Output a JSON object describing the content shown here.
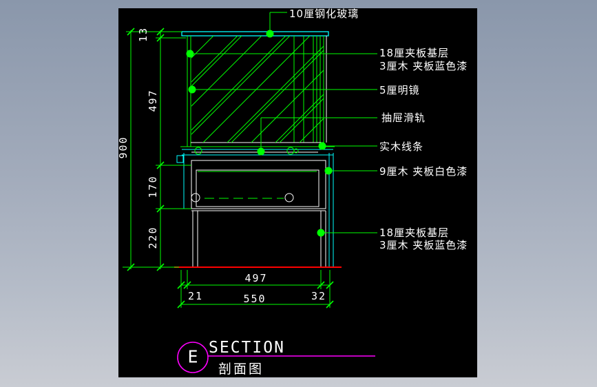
{
  "colors": {
    "canvas_bg": "#000000",
    "workspace_bg_top": "#8a97ab",
    "workspace_bg_bottom": "#c9ccd3",
    "line_green": "#00ff00",
    "line_cyan": "#00ffff",
    "floor_red": "#ff0000",
    "title_magenta": "#ff00ff",
    "text_white": "#ffffff"
  },
  "callouts": {
    "glass_top": "10厘钢化玻璃",
    "upper_panel_line1": "18厘夹板基层",
    "upper_panel_line2": "3厘木 夹板蓝色漆",
    "mirror": "5厘明镜",
    "drawer_slide": "抽屉滑轨",
    "wood_molding": "实木线条",
    "drawer_panel": "9厘木 夹板白色漆",
    "base_panel_line1": "18厘夹板基层",
    "base_panel_line2": "3厘木 夹板蓝色漆"
  },
  "dimensions": {
    "glass_thickness": "13",
    "upper_height": "497",
    "total_height": "900",
    "drawer_height": "170",
    "base_height": "220",
    "inner_width": "497",
    "left_offset": "21",
    "total_width": "550",
    "right_offset": "32"
  },
  "title_block": {
    "detail_letter": "E",
    "title_en": "SECTION",
    "title_cn": "剖面图"
  }
}
